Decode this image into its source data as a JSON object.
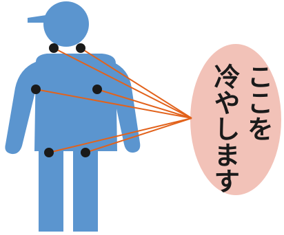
{
  "colors": {
    "body": "#5b95cf",
    "point": "#1a1a1a",
    "line": "#e2621b",
    "bubble": "#f2c2b8",
    "text": "#1a1a1a",
    "background": "#ffffff"
  },
  "callout": {
    "column_right": "ここを",
    "column_left": "冷やします"
  },
  "figure": {
    "icon": "person-silhouette-with-cap"
  },
  "cooling_points": [
    {
      "name": "neck-left-point"
    },
    {
      "name": "neck-right-point"
    },
    {
      "name": "armpit-left-point"
    },
    {
      "name": "armpit-right-point"
    },
    {
      "name": "groin-left-point"
    },
    {
      "name": "groin-right-point"
    }
  ]
}
